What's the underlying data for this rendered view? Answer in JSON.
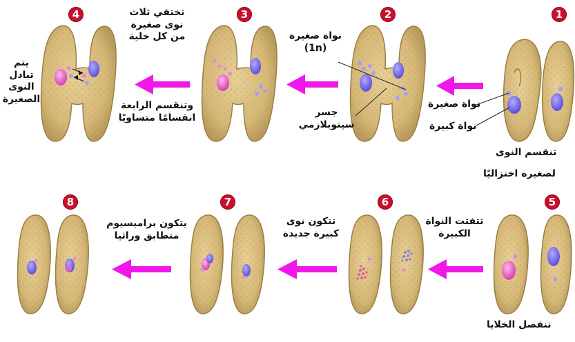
{
  "colors": {
    "cell_fill": "#d8bd7d",
    "cell_stroke": "#9a7e46",
    "macronucleus": "#7a6ff0",
    "micronucleus": "#e266c5",
    "arrow": "#f018e8",
    "step_badge": "#c8102e"
  },
  "steps": [
    {
      "number": "1"
    },
    {
      "number": "2"
    },
    {
      "number": "3"
    },
    {
      "number": "4"
    },
    {
      "number": "5"
    },
    {
      "number": "6"
    },
    {
      "number": "7"
    },
    {
      "number": "8"
    }
  ],
  "labels": {
    "step1_micronucleus": "نواة صغيرة",
    "step1_macronucleus": "نواة كبيرة",
    "step1_caption_line1": "تنقسم النوى",
    "step1_caption_line2": "لصغيرة اختزاليًا",
    "step2_micronucleus_line1": "نواة صغيرة",
    "step2_micronucleus_line2": "(1n)",
    "step2_bridge_line1": "جسر",
    "step2_bridge_line2": "سيتوبلازمي",
    "step3_line1": "تختفي ثلاث",
    "step3_line2": "نوى صغيرة",
    "step3_line3": "من كل خلية",
    "step3_line4": "وتنقسم الرابعة",
    "step3_line5": "انقسامًا متساويًا",
    "step4_line1": "يتم",
    "step4_line2": "تبادل",
    "step4_line3": "النوى",
    "step4_line4": "الصغيرة",
    "step5_caption": "تنفصل الخلايا",
    "step6_line1": "تتفتت النواة",
    "step6_line2": "الكبيرة",
    "step7_line1": "تتكون نوى",
    "step7_line2": "كبيرة جديدة",
    "step8_line1": "يتكون براميسيوم",
    "step8_line2": "متطابق وراثيا"
  }
}
